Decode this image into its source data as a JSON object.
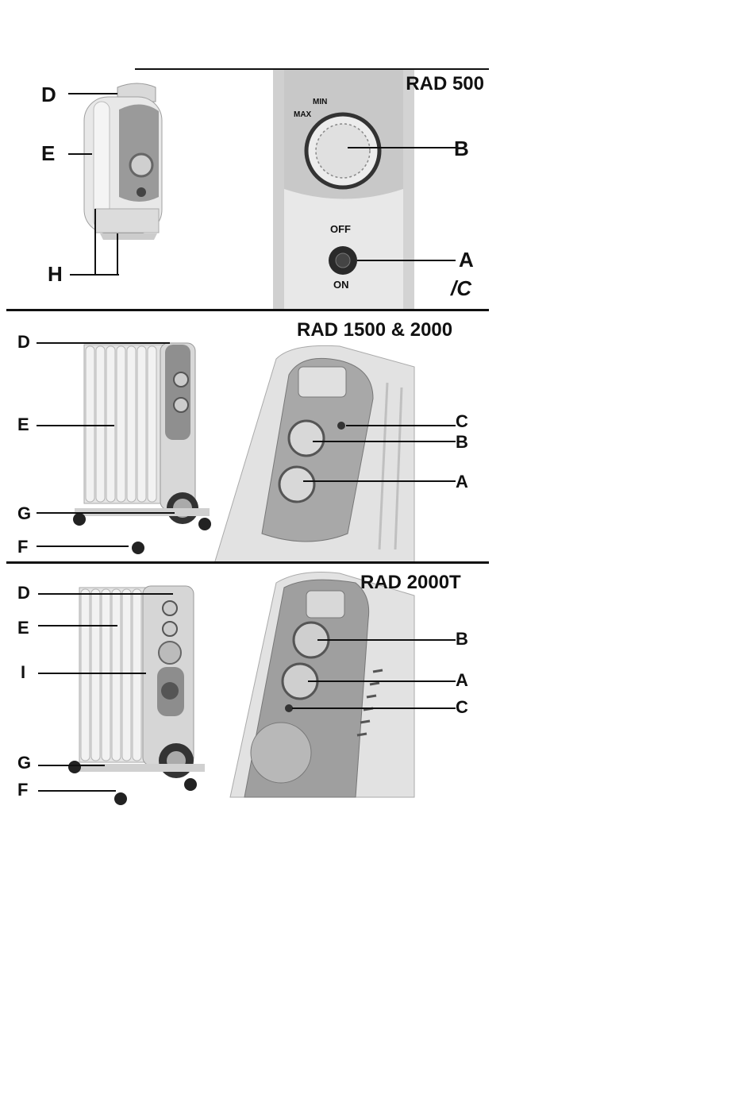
{
  "panels": [
    {
      "title": "RAD 500",
      "labels": {
        "d": "D",
        "e": "E",
        "h": "H",
        "b": "B",
        "a": "A",
        "c": "/C"
      },
      "dial": {
        "min": "MIN",
        "max": "MAX"
      },
      "switch": {
        "off": "OFF",
        "on": "ON"
      }
    },
    {
      "title": "RAD 1500 & 2000",
      "labels": {
        "d": "D",
        "e": "E",
        "g": "G",
        "f": "F",
        "c": "C",
        "b": "B",
        "a": "A"
      }
    },
    {
      "title": "RAD 2000T",
      "labels": {
        "d": "D",
        "e": "E",
        "i": "I",
        "g": "G",
        "f": "F",
        "b": "B",
        "a": "A",
        "c": "C"
      }
    }
  ],
  "colors": {
    "frame": "#111111",
    "device_light": "#e6e6e6",
    "device_mid": "#b8b8b8",
    "device_dark": "#7a7a7a"
  }
}
